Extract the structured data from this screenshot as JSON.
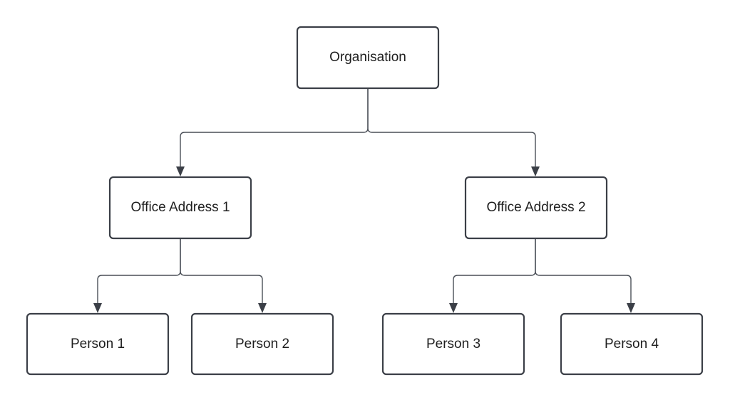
{
  "diagram": {
    "type": "org-chart",
    "nodes": {
      "organisation": "Organisation",
      "office1": "Office Address 1",
      "office2": "Office Address 2",
      "person1": "Person 1",
      "person2": "Person 2",
      "person3": "Person 3",
      "person4": "Person 4"
    },
    "edges": [
      [
        "organisation",
        "office1"
      ],
      [
        "organisation",
        "office2"
      ],
      [
        "office1",
        "person1"
      ],
      [
        "office1",
        "person2"
      ],
      [
        "office2",
        "person3"
      ],
      [
        "office2",
        "person4"
      ]
    ]
  }
}
